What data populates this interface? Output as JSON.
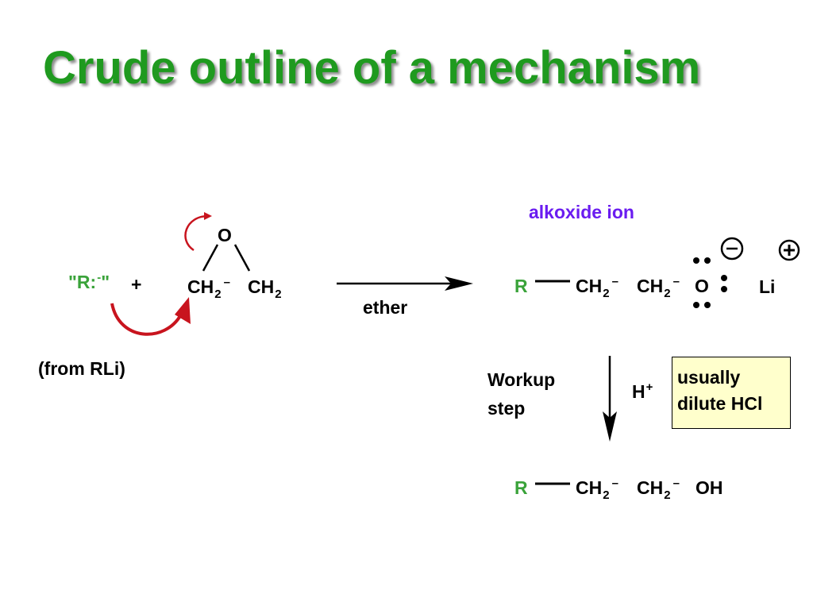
{
  "title": "Crude outline of a mechanism",
  "reactant": {
    "nucleophile": "\"R:",
    "nucleophile_charge": "-",
    "nucleophile_close": "\"",
    "plus": "+",
    "source": "(from RLi)"
  },
  "epoxide": {
    "oxygen": "O",
    "carbon_1": "CH",
    "carbon_2": "CH",
    "subscript": "2",
    "bond": "–"
  },
  "arrow_1": {
    "reagent": "ether"
  },
  "product_1": {
    "label": "alkoxide ion",
    "r_group": "R",
    "carbon_1": "CH",
    "carbon_2": "CH",
    "subscript": "2",
    "oxygen": "O",
    "counterion": "Li",
    "negative_charge": "−",
    "positive_charge": "+"
  },
  "workup": {
    "label_line1": "Workup",
    "label_line2": "step",
    "reagent": "H",
    "reagent_charge": "+",
    "note_line1": "usually",
    "note_line2": "dilute HCl"
  },
  "product_2": {
    "r_group": "R",
    "carbon_1": "CH",
    "carbon_2": "CH",
    "subscript": "2",
    "end_group": "OH"
  },
  "colors": {
    "title": "#1f9a1f",
    "r_group": "#3aa33a",
    "alkoxide_label": "#6a1cf0",
    "curved_arrow": "#c8141e",
    "note_background": "#ffffcc"
  }
}
